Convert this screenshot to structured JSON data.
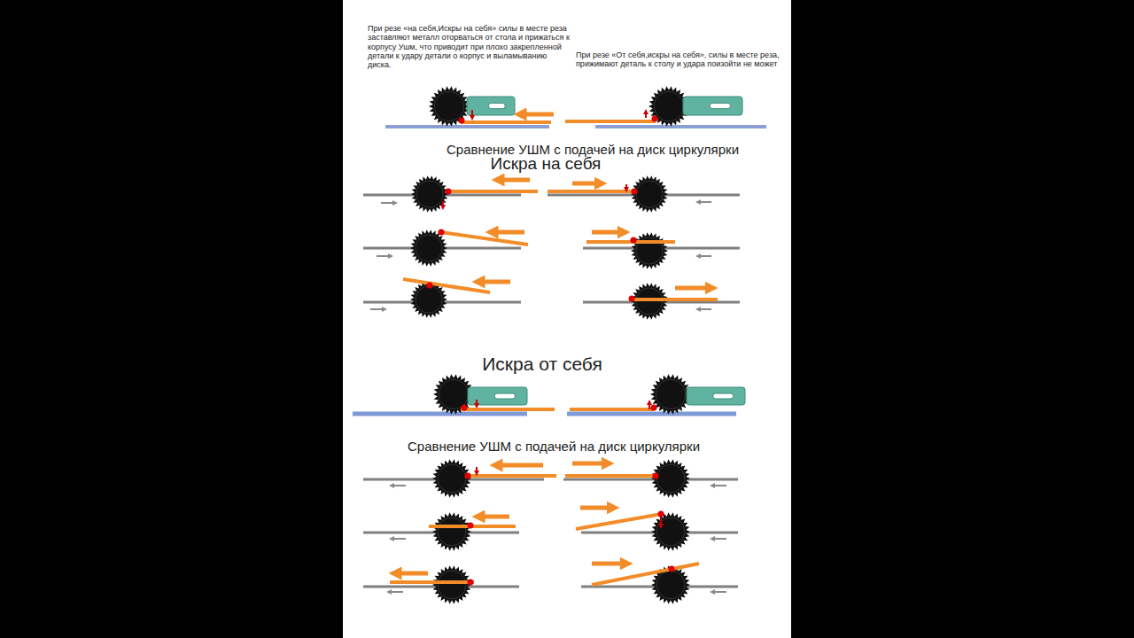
{
  "diagram": {
    "labels": [
      "При резе «на себя,Искры на себя» силы  в месте реза заставляют металл оторваться от стола  и прижаться к корпусу Ушм, что приводит при плохо закрепленной детали к удару детали о корпус и выламыванию диска.",
      "При резе «От себя,искры на себя», силы в месте реза, прижимают деталь к столу  и удара поизойти не может",
      "Сравнение УШМ с подачей на диск циркулярки",
      "Искра на себя",
      "Искра от себя",
      "Сравнение УШМ с подачей на диск циркулярки"
    ]
  }
}
